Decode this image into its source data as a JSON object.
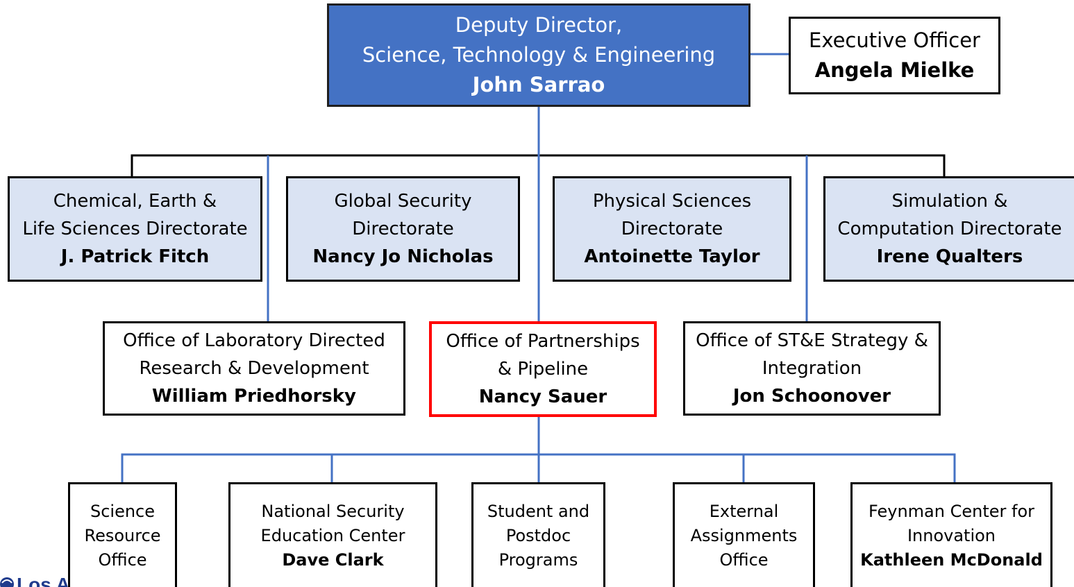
{
  "deputy": {
    "title_line1": "Deputy Director,",
    "title_line2": "Science, Technology & Engineering",
    "name": "John Sarrao"
  },
  "executive": {
    "title": "Executive Officer",
    "name": "Angela Mielke"
  },
  "directorates": [
    {
      "line1": "Chemical, Earth &",
      "line2": "Life Sciences Directorate",
      "name": "J. Patrick Fitch"
    },
    {
      "line1": "Global Security",
      "line2": "Directorate",
      "name": "Nancy Jo Nicholas"
    },
    {
      "line1": "Physical Sciences",
      "line2": "Directorate",
      "name": "Antoinette Taylor"
    },
    {
      "line1": "Simulation &",
      "line2": "Computation Directorate",
      "name": "Irene Qualters"
    }
  ],
  "offices": [
    {
      "line1": "Office of Laboratory Directed",
      "line2": "Research & Development",
      "name": "William Priedhorsky"
    },
    {
      "line1": "Office of Partnerships",
      "line2": "& Pipeline",
      "name": "Nancy Sauer"
    },
    {
      "line1": "Office of ST&E Strategy &",
      "line2": "Integration",
      "name": "Jon Schoonover"
    }
  ],
  "programs": [
    {
      "lines": [
        "Science",
        "Resource",
        "Office"
      ],
      "name": ""
    },
    {
      "lines": [
        "National Security",
        "Education Center"
      ],
      "name": "Dave Clark"
    },
    {
      "lines": [
        "Student and",
        "Postdoc",
        "Programs"
      ],
      "name": ""
    },
    {
      "lines": [
        "External",
        "Assignments",
        "Office"
      ],
      "name": ""
    },
    {
      "lines": [
        "Feynman Center for",
        "Innovation"
      ],
      "name": "Kathleen McDonald"
    }
  ],
  "colors": {
    "primary_box": "#4472c4",
    "directorate_box": "#dae3f3",
    "highlight_border": "#ff0000",
    "connector_blue": "#4472c4",
    "connector_black": "#000000"
  },
  "logo": {
    "text": "Los A",
    "icon": "lab-logo-icon"
  }
}
